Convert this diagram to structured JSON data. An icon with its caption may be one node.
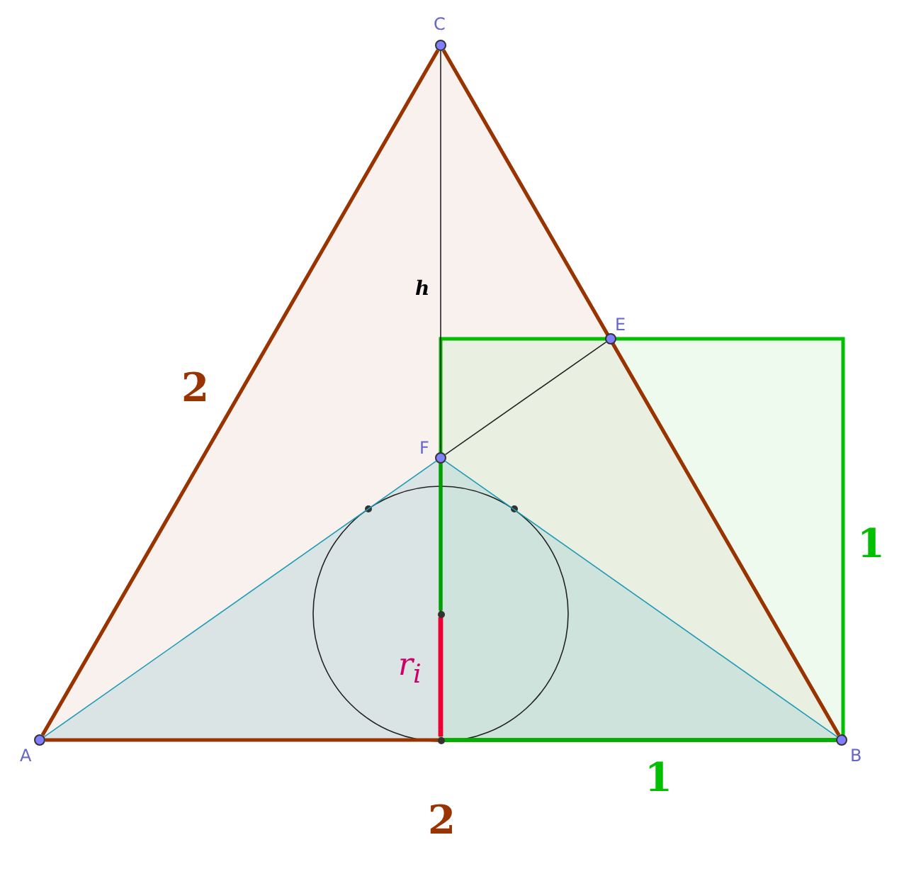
{
  "diagram": {
    "nodes": [
      {
        "text": [
          "C"
        ]
      },
      {
        "text": [
          "E"
        ]
      },
      {
        "text": [
          "F"
        ]
      },
      {
        "text": [
          "A"
        ]
      },
      {
        "text": [
          "B"
        ]
      },
      {
        "text": [],
        "shape": "circle"
      },
      {
        "text": [],
        "shape": "circle"
      }
    ],
    "edges": [
      {
        "from": 3,
        "to": 4,
        "arrow": "none",
        "color": "#993300"
      },
      {
        "from": 4,
        "to": 0,
        "arrow": "none",
        "color": "#993300"
      },
      {
        "from": 0,
        "to": 3,
        "arrow": "none",
        "color": "#993300"
      },
      {
        "from": 2,
        "to": 1,
        "arrow": "none",
        "color": "#222222"
      },
      {
        "from": 0,
        "to": 6,
        "arrow": "none",
        "color": "#222222"
      },
      {
        "from": 6,
        "to": 4,
        "arrow": "none",
        "color": "#00b000"
      },
      {
        "from": 2,
        "to": 5,
        "arrow": "none",
        "color": "#00a000"
      },
      {
        "from": 5,
        "to": 6,
        "arrow": "none",
        "color": "#ee0033"
      },
      {
        "from": 3,
        "to": 2,
        "arrow": "none",
        "color": "#1e9bb5"
      },
      {
        "from": 2,
        "to": 4,
        "arrow": "none",
        "color": "#1e9bb5"
      }
    ],
    "labels": [
      "h",
      "2",
      "1",
      "r$_{i}$",
      "1",
      "2"
    ]
  }
}
